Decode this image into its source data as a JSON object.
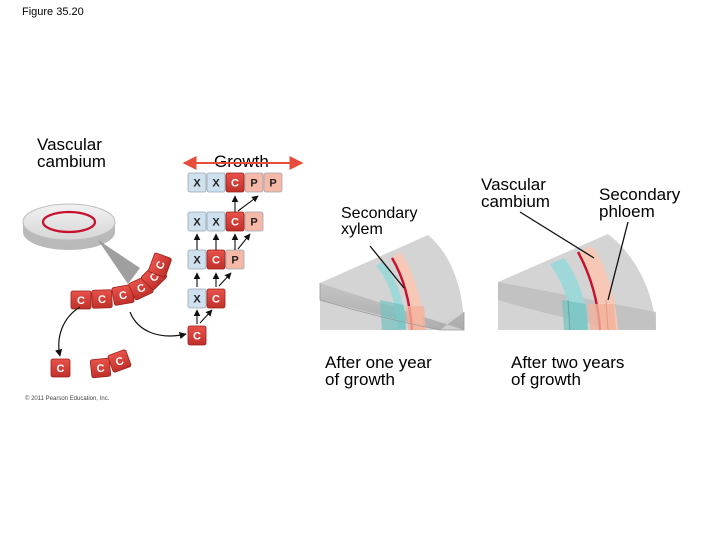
{
  "figure_title": "Figure 35.20",
  "labels": {
    "vascular_cambium_left": [
      "Vascular",
      "cambium"
    ],
    "growth": "Growth",
    "secondary_xylem": [
      "Secondary",
      "xylem"
    ],
    "vascular_cambium_right": [
      "Vascular",
      "cambium"
    ],
    "secondary_phloem": [
      "Secondary",
      "phloem"
    ],
    "after_one_year": [
      "After one year",
      "of growth"
    ],
    "after_two_years": [
      "After two years",
      "of growth"
    ]
  },
  "copyright": "© 2011 Pearson Education, Inc.",
  "cell_letters": {
    "xylem": "X",
    "cambium": "C",
    "phloem": "P"
  },
  "cell_rows": [
    [
      "X",
      "X",
      "C",
      "P",
      "P"
    ],
    [
      "X",
      "X",
      "C",
      "P"
    ],
    [
      "X",
      "C",
      "P"
    ],
    [
      "X",
      "C"
    ],
    [
      "C"
    ]
  ],
  "colors": {
    "xylem_cell": "#cfe0ee",
    "cambium_cell": "#d8332f",
    "phloem_cell": "#f6b9a8",
    "xylem_band": "#9ed8d8",
    "phloem_band": "#f8c8b6",
    "cambium_line": "#c8102e",
    "wood_gray": "#cfcfcf",
    "arrow_red": "#e74c3c"
  }
}
